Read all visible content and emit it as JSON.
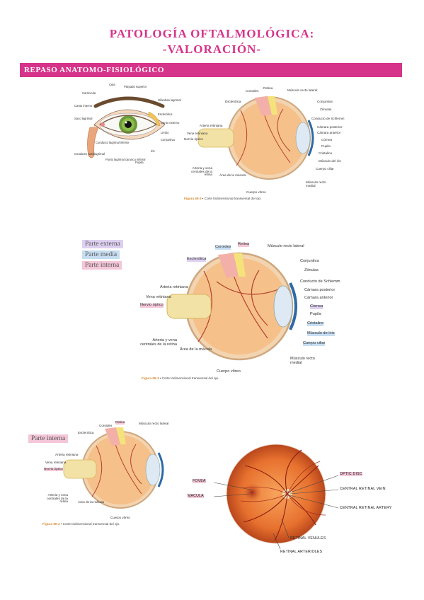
{
  "title": {
    "line1": "PATOLOGÍA OFTALMOLÓGICA:",
    "line2": "-VALORACIÓN-"
  },
  "section": "REPASO ANATOMO-FISIOLÓGICO",
  "fig1_external": {
    "labels": {
      "ceja": "Ceja",
      "parpado_superior": "Párpado superior",
      "carúncula": "Carúncula",
      "glandula_lagrimal": "Glándula lagrimal",
      "canto_interno": "Canto interno",
      "esclerotica": "Esclerótica",
      "saco_lagrimal": "Saco lagrimal",
      "canto_externo": "Canto externo",
      "limbo": "Limbo",
      "conjuntiva": "Conjuntiva",
      "conducto_lagrimal_inferior": "Conducto lagrimal inferior",
      "iris": "Iris",
      "conducto_nasolagrimal": "Conducto nasolagrimal",
      "punto_lagrimal": "Punto lagrimal caruncu inferior",
      "pupila": "Pupila"
    }
  },
  "fig1_cross": {
    "labels": {
      "coroides": "Coroides",
      "retina": "Retina",
      "musculo_recto_lateral": "Músculo recto lateral",
      "esclerotica": "Esclerótica",
      "conjuntiva": "Conjuntiva",
      "zonulas": "Zónulas",
      "conducto_schlemm": "Conducto de Schlemm",
      "arteria_retiniana": "Arteria retiniana",
      "camara_posterior": "Cámara posterior",
      "vena_retiniana": "Vena retiniana",
      "camara_anterior": "Cámara anterior",
      "nervio_optico": "Nervio óptico",
      "cornea": "Córnea",
      "pupila": "Pupila",
      "cristalino": "Cristalino",
      "musculo_iris": "Músculo del iris",
      "arteria_vena_centrales": "Arteria y vena centrales de la retina",
      "area_macula": "Área de la mácula",
      "cuerpo_ciliar": "Cuerpo ciliar",
      "musculo_recto_medial": "Músculo recto medial",
      "cuerpo_vitreo": "Cuerpo vítreo"
    },
    "caption_num": "Figura 65-3",
    "caption_text": " • Corte tridimensional transversal del ojo."
  },
  "fig2": {
    "legend": {
      "externa": "Parte externa",
      "media": "Parte media",
      "interna": "Parte interna"
    },
    "labels": {
      "coroides": "Coroides",
      "retina": "Retina",
      "musculo_recto_lateral": "Músculo recto lateral",
      "esclerotica": "Esclerótica",
      "conjuntiva": "Conjuntiva",
      "zonulas": "Zónulas",
      "conducto_schlemm": "Conducto de Schlemm",
      "arteria_retiniana": "Arteria retiniana",
      "camara_posterior": "Cámara posterior",
      "vena_retiniana": "Vena retiniana",
      "camara_anterior": "Cámara anterior",
      "nervio_optico": "Nervio óptico",
      "cornea": "Córnea",
      "pupila": "Pupila",
      "cristalino": "Cristalino",
      "musculo_iris": "Músculo del iris",
      "arteria_vena_centrales": "Arteria y vena centrales de la retina",
      "area_macula": "Área de la mácula",
      "cuerpo_ciliar": "Cuerpo ciliar",
      "musculo_recto_medial": "Músculo recto medial",
      "cuerpo_vitreo": "Cuerpo vítreo"
    },
    "caption_num": "Figura 65-3",
    "caption_text": " • Corte tridimensional transversal del ojo."
  },
  "fig3": {
    "legend": "Parte interna",
    "labels": {
      "coroides": "Coroides",
      "retina": "Retina",
      "musculo_recto_lateral": "Músculo recto lateral",
      "esclerotica": "Esclerótica",
      "arteria_retiniana": "Arteria retiniana",
      "vena_retiniana": "Vena retiniana",
      "nervio_optico": "Nervio óptico",
      "arteria_vena_centrales": "Arteria y vena centrales de la retina",
      "area_macula": "Área de la mácula",
      "cuerpo_vitreo": "Cuerpo vítreo"
    },
    "caption_num": "Figura 65-3",
    "caption_text": " • Corte tridimensional transversal del ojo."
  },
  "fundus": {
    "fovea": "FOVEA",
    "macula": "MACULA",
    "optic_disc": "OPTIC DISC",
    "crv": "CENTRAL RETINAL VEIN",
    "cra": "CENTRAL RETINAL ARTERY",
    "venules": "RETINAL VENULES",
    "arterioles": "RETINAL ARTERIOLES"
  },
  "colors": {
    "accent": "#d6338a",
    "highlight_pink": "#f4c6d8",
    "highlight_blue": "#c7def2",
    "highlight_violet": "#ddd0f0"
  }
}
